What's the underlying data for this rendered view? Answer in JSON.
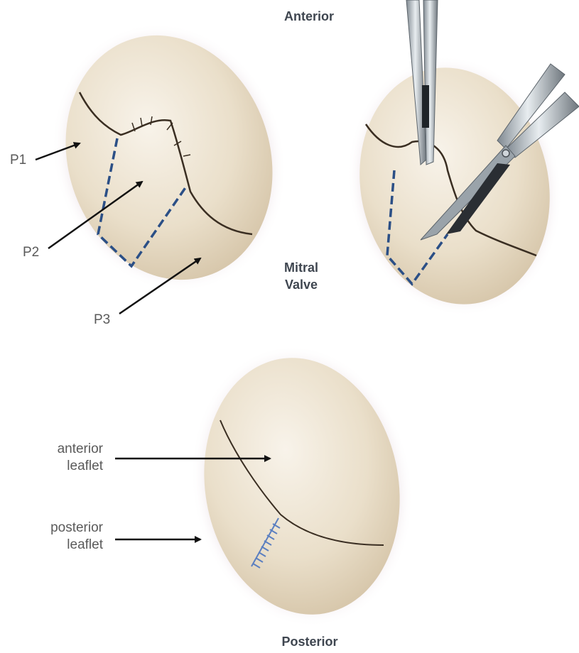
{
  "orientation": {
    "top": "Anterior",
    "middle_line1": "Mitral",
    "middle_line2": "Valve",
    "bottom": "Posterior"
  },
  "scallops": {
    "p1": "P1",
    "p2": "P2",
    "p3": "P3"
  },
  "leaflets": {
    "anterior_line1": "anterior",
    "anterior_line2": "leaflet",
    "posterior_line1": "posterior",
    "posterior_line2": "leaflet"
  },
  "colors": {
    "leaflet": "#ede2cf",
    "halo": "#c9a9b8",
    "incision": "#2b4f86",
    "arrow": "#111111",
    "suture": "#5b7fc0"
  }
}
